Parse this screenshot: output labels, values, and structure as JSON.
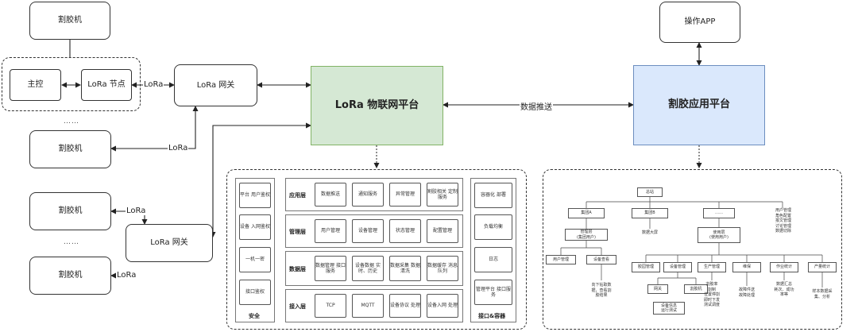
{
  "nodes": {
    "machine_top": "割胶机",
    "master": "主控",
    "lora_node": "LoRa 节点",
    "gateway1": "LoRa 网关",
    "machine_mid": "割胶机",
    "machine_b1": "割胶机",
    "machine_b2": "割胶机",
    "gateway2": "LoRa 网关",
    "iot_platform": "LoRa 物联网平台",
    "app_platform": "割胶应用平台",
    "operate_app": "操作APP"
  },
  "edges": {
    "lora": "LoRa",
    "data_push": "数据推送"
  },
  "ellipsis": "……",
  "iot_detail": {
    "security_title": "安全",
    "security": [
      "平台\n用户鉴权",
      "设备\n入网鉴权",
      "一机一密",
      "接口鉴权"
    ],
    "layers": [
      {
        "name": "应用层",
        "items": [
          "数据推送",
          "通知服务",
          "异常管理",
          "割胶相关\n定制服务"
        ]
      },
      {
        "name": "管理层",
        "items": [
          "用户管理",
          "设备管理",
          "状态管理",
          "配置管理"
        ]
      },
      {
        "name": "数据层",
        "items": [
          "数据管理\n接口服务",
          "设备数据\n实时、历史",
          "数据采集\n数据清洗",
          "数据缓存\n消息队列"
        ]
      },
      {
        "name": "接入层",
        "items": [
          "TCP",
          "MQTT",
          "设备协议\n处理",
          "设备入网\n处理"
        ]
      }
    ],
    "container_title": "接口&容器",
    "container": [
      "容器化\n部署",
      "负载均衡",
      "日志",
      "管理平台\n接口服务"
    ]
  },
  "app_tree": {
    "root": "总站",
    "l1": [
      "集团A",
      "集团B",
      "……",
      "用户管理\n角色配置\n报文管理\n讨论管理\n数据切除"
    ],
    "mgmt": "管理层\n(集团用户)",
    "bigdata": "数据大屏",
    "user_layer": "使用层\n(使用用户)",
    "mgmt_children": [
      "用户管理",
      "设备查看"
    ],
    "mgmt_note": "向下钻取数\n据，查看割\n胶结果",
    "use_children": [
      "胶园管理",
      "设备管理",
      "生产管理",
      "维保",
      "作业统计",
      "产量统计"
    ],
    "device_sub": [
      "网关",
      "割胶机"
    ],
    "device_note": "设备信息\n运行测试",
    "prod_note": "割胶率\n割制\n位置停割\n即时下发\n测试调度",
    "maint_note": "故障件送\n故障处理",
    "work_note": "数据汇总\n耗次、成功\n率等",
    "yield_note": "样本数据采\n集、分析"
  }
}
